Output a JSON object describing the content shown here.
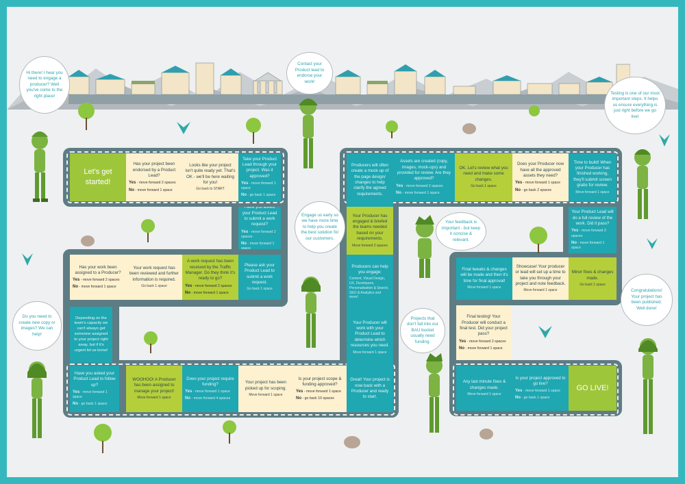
{
  "colors": {
    "frame": "#35b8bd",
    "road": "#5e7c84",
    "cream": "#fdf1cf",
    "lime": "#b5cf3a",
    "teal": "#1fa7b2",
    "green": "#9ec63b",
    "bubble_text": "#2aa3ad",
    "character": "#7cb342"
  },
  "bubbles": {
    "intro": "Hi there! I hear you need to engage a producer? Well you've come to the right place!",
    "product_lead": "Contact your Product lead to endorse your work!",
    "engage": "Engage us early so we have more time to help you create the best solution for our customers.",
    "feedback": "Your feedback is important - but keep it concise & relevant.",
    "testing": "Testing is one of our most important steps. It helps us ensure everything is just right before we go live!",
    "new_copy": "Do you need to create new copy or images? We can help!",
    "bau": "Projects that don't fall into our BAU bucket usually need funding.",
    "congrats": "Congratulations! Your project has been published. Well done!"
  },
  "tiles": {
    "t1": {
      "text": "Let's get started!"
    },
    "t2": {
      "text": "Has your project been endorsed by a Product Lead?",
      "yes": "Yes",
      "yes_move": " - move forward 2 spaces",
      "no": "No",
      "no_move": " - move forward 1 space"
    },
    "t3": {
      "text": "Looks like your project isn't quite ready yet. That's OK - we'll be here waiting for you!",
      "note": "Go back to START"
    },
    "t4": {
      "text": "Take your Product Lead through your project. Was it approved?",
      "yes": "Yes",
      "yes_move": " - move forward 1 space",
      "no": "No",
      "no_move": " - go back 1 space"
    },
    "t5": {
      "text": "Have you asked your Product Lead to submit a work request?",
      "yes": "Yes",
      "yes_move": " - move forward 2 spaces",
      "no": "No",
      "no_move": " - move forward 1 space"
    },
    "t6": {
      "text": "Please ask your Product Lead to submit a work request.",
      "note": "Go back 1 space"
    },
    "t7": {
      "text": "A work request has been received by the Traffic Manager. Do they think it's ready to go?",
      "yes": "Yes",
      "yes_move": " - move forward 2 spaces",
      "no": "No",
      "no_move": " - move forward 1 space"
    },
    "t8": {
      "text": "Your work request has been reviewed and further information is required.",
      "note": "Go back 1 space"
    },
    "t9": {
      "text": "Has your work been assigned to a Producer?",
      "yes": "Yes",
      "yes_move": " - move forward 2 spaces",
      "no": "No",
      "no_move": " - move forward 1 space"
    },
    "t10": {
      "text": "Depending on the team's capacity we can't always get someone assigned to your project right away, but if it's urgent let us know!"
    },
    "t11": {
      "text": "Have you asked your Product Lead to follow up?",
      "yes": "Yes",
      "yes_move": " - move forward 1 space",
      "no": "No",
      "no_move": " - go back 1 space"
    },
    "t12": {
      "text": "WOOHOO! A Producer has been assigned to manage your project!",
      "note": "Move forward 1 space"
    },
    "t13": {
      "text": "Does your project require funding?",
      "yes": "Yes",
      "yes_move": " - move forward 1 space",
      "no": "No",
      "no_move": " - move forward 4 spaces"
    },
    "t14": {
      "text": "Your project has been picked up for scoping.",
      "note": "Move forward 1 space"
    },
    "t15": {
      "text": "Is your project scope & funding approved?",
      "yes": "Yes",
      "yes_move": " - move forward 1 space",
      "no": "No",
      "no_move": " - go back 10 spaces"
    },
    "t16": {
      "text": "Great! Your project is now back with a Producer and ready to start."
    },
    "t17": {
      "text": "Your Producer will work with your Product Lead to determine which resources you need.",
      "note": "Move forward 1 space"
    },
    "t18": {
      "text": "Producers can help you engage:",
      "sub": "Content, Visual Design, UX, Developers, Personalisation & Search, SEO & Analytics and more!"
    },
    "t19": {
      "text": "Your Producer has engaged & briefed the teams needed based on your requirements.",
      "note": "Move forward 2 spaces"
    },
    "t20": {
      "text": "Producers will often create a mock-up of the page design/ changes to help clarify the agreed requirements."
    },
    "t21": {
      "text": "Assets are created (copy, images, mock-ups) and provided for review. Are they approved?",
      "yes": "Yes",
      "yes_move": " - move forward 2 spaces",
      "no": "No",
      "no_move": " - move forward 1 space"
    },
    "t22": {
      "text": "OK. Let's review what you need and make some changes.",
      "note": "Go back 1 space"
    },
    "t23": {
      "text": "Does your Producer now have all the approved assets they need?",
      "yes": "Yes",
      "yes_move": " - move forward 1 space",
      "no": "No",
      "no_move": " - go back 2 spaces"
    },
    "t24": {
      "text": "Time to build! When your Producer has finished working, they'll submit screen grabs for review.",
      "note": "Move forward 1 space"
    },
    "t25": {
      "text": "Your Product Lead will do a full review of the work. Did it pass?",
      "yes": "Yes",
      "yes_move": " - move forward 3 spaces",
      "no": "No",
      "no_move": " - move forward 1 space"
    },
    "t26": {
      "text": "Minor fixes & changes made.",
      "note": "Go back 1 space"
    },
    "t27": {
      "text": "Showcase! Your producer or lead will set up a time to take you through your project and note feedback.",
      "note": "Move forward 1 space"
    },
    "t28": {
      "text": "Final tweaks & changes will be made and then it's time for final approval!",
      "note": "Move forward 1 space"
    },
    "t29": {
      "text": "Final testing! Your Producer will conduct a final test. Did your project pass?",
      "yes": "Yes",
      "yes_move": " - move forward 2 spaces",
      "no": "No",
      "no_move": " - move forward 1 space"
    },
    "t30": {
      "text": "Any last minute fixes & changes made.",
      "note": "Move forward 1 space"
    },
    "t31": {
      "text": "Is your project approved to go live?",
      "yes": "Yes",
      "yes_move": " - move forward 1 space",
      "no": "No",
      "no_move": " - go back 1 space"
    },
    "t32": {
      "text": "GO LIVE!"
    }
  }
}
